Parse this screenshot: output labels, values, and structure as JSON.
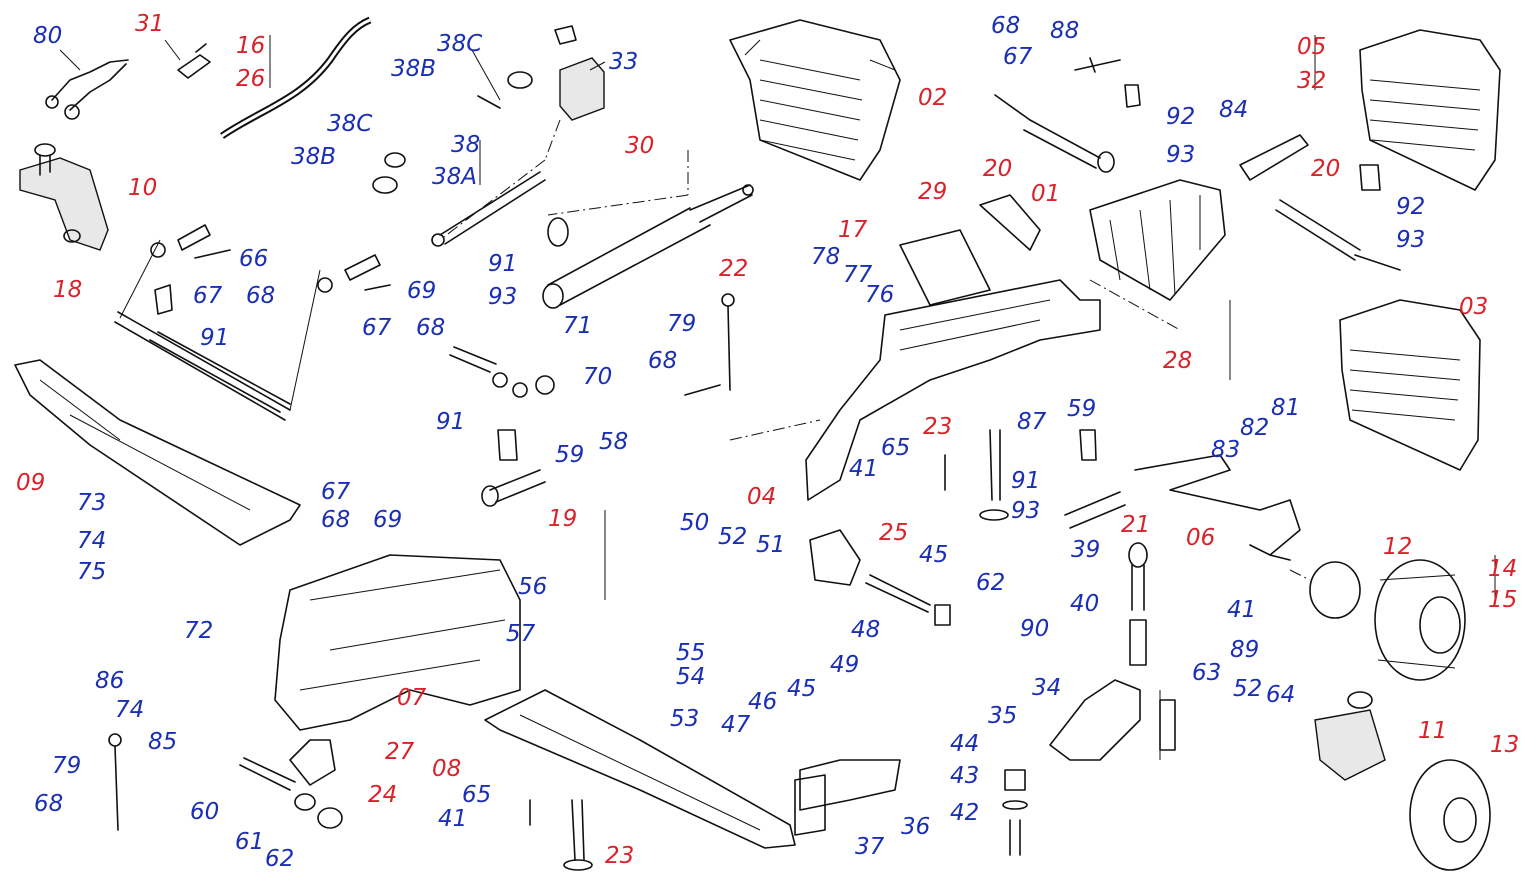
{
  "colors": {
    "assembly": "#d8232a",
    "part": "#1a2fb4",
    "line": "#111111"
  },
  "callouts": [
    {
      "id": "80",
      "kind": "part"
    },
    {
      "id": "31",
      "kind": "asm"
    },
    {
      "id": "16",
      "kind": "asm"
    },
    {
      "id": "26",
      "kind": "asm"
    },
    {
      "id": "38C",
      "kind": "part"
    },
    {
      "id": "38B",
      "kind": "part"
    },
    {
      "id": "33",
      "kind": "part"
    },
    {
      "id": "38C",
      "kind": "part"
    },
    {
      "id": "38",
      "kind": "part"
    },
    {
      "id": "38B",
      "kind": "part"
    },
    {
      "id": "38A",
      "kind": "part"
    },
    {
      "id": "30",
      "kind": "asm"
    },
    {
      "id": "10",
      "kind": "asm"
    },
    {
      "id": "66",
      "kind": "part"
    },
    {
      "id": "68",
      "kind": "part"
    },
    {
      "id": "67",
      "kind": "part"
    },
    {
      "id": "18",
      "kind": "asm"
    },
    {
      "id": "91",
      "kind": "part"
    },
    {
      "id": "69",
      "kind": "part"
    },
    {
      "id": "67",
      "kind": "part"
    },
    {
      "id": "68",
      "kind": "part"
    },
    {
      "id": "91",
      "kind": "part"
    },
    {
      "id": "93",
      "kind": "part"
    },
    {
      "id": "22",
      "kind": "asm"
    },
    {
      "id": "02",
      "kind": "asm"
    },
    {
      "id": "68",
      "kind": "part"
    },
    {
      "id": "88",
      "kind": "part"
    },
    {
      "id": "67",
      "kind": "part"
    },
    {
      "id": "92",
      "kind": "part"
    },
    {
      "id": "93",
      "kind": "part"
    },
    {
      "id": "20",
      "kind": "asm"
    },
    {
      "id": "84",
      "kind": "part"
    },
    {
      "id": "05",
      "kind": "asm"
    },
    {
      "id": "32",
      "kind": "asm"
    },
    {
      "id": "20",
      "kind": "asm"
    },
    {
      "id": "92",
      "kind": "part"
    },
    {
      "id": "93",
      "kind": "part"
    },
    {
      "id": "29",
      "kind": "asm"
    },
    {
      "id": "01",
      "kind": "asm"
    },
    {
      "id": "17",
      "kind": "asm"
    },
    {
      "id": "78",
      "kind": "part"
    },
    {
      "id": "77",
      "kind": "part"
    },
    {
      "id": "76",
      "kind": "part"
    },
    {
      "id": "79",
      "kind": "part"
    },
    {
      "id": "68",
      "kind": "part"
    },
    {
      "id": "71",
      "kind": "part"
    },
    {
      "id": "70",
      "kind": "part"
    },
    {
      "id": "03",
      "kind": "asm"
    },
    {
      "id": "28",
      "kind": "asm"
    },
    {
      "id": "81",
      "kind": "part"
    },
    {
      "id": "82",
      "kind": "part"
    },
    {
      "id": "83",
      "kind": "part"
    },
    {
      "id": "09",
      "kind": "asm"
    },
    {
      "id": "91",
      "kind": "part"
    },
    {
      "id": "67",
      "kind": "part"
    },
    {
      "id": "68",
      "kind": "part"
    },
    {
      "id": "69",
      "kind": "part"
    },
    {
      "id": "19",
      "kind": "asm"
    },
    {
      "id": "59",
      "kind": "part"
    },
    {
      "id": "58",
      "kind": "part"
    },
    {
      "id": "87",
      "kind": "part"
    },
    {
      "id": "59",
      "kind": "part"
    },
    {
      "id": "23",
      "kind": "asm"
    },
    {
      "id": "65",
      "kind": "part"
    },
    {
      "id": "41",
      "kind": "part"
    },
    {
      "id": "04",
      "kind": "asm"
    },
    {
      "id": "91",
      "kind": "part"
    },
    {
      "id": "93",
      "kind": "part"
    },
    {
      "id": "21",
      "kind": "asm"
    },
    {
      "id": "06",
      "kind": "asm"
    },
    {
      "id": "73",
      "kind": "part"
    },
    {
      "id": "74",
      "kind": "part"
    },
    {
      "id": "75",
      "kind": "part"
    },
    {
      "id": "72",
      "kind": "part"
    },
    {
      "id": "50",
      "kind": "part"
    },
    {
      "id": "52",
      "kind": "part"
    },
    {
      "id": "51",
      "kind": "part"
    },
    {
      "id": "56",
      "kind": "part"
    },
    {
      "id": "25",
      "kind": "asm"
    },
    {
      "id": "45",
      "kind": "part"
    },
    {
      "id": "62",
      "kind": "part"
    },
    {
      "id": "39",
      "kind": "part"
    },
    {
      "id": "41",
      "kind": "part"
    },
    {
      "id": "12",
      "kind": "asm"
    },
    {
      "id": "14",
      "kind": "asm"
    },
    {
      "id": "15",
      "kind": "asm"
    },
    {
      "id": "57",
      "kind": "part"
    },
    {
      "id": "55",
      "kind": "part"
    },
    {
      "id": "54",
      "kind": "part"
    },
    {
      "id": "53",
      "kind": "part"
    },
    {
      "id": "86",
      "kind": "part"
    },
    {
      "id": "74",
      "kind": "part"
    },
    {
      "id": "85",
      "kind": "part"
    },
    {
      "id": "07",
      "kind": "asm"
    },
    {
      "id": "27",
      "kind": "asm"
    },
    {
      "id": "48",
      "kind": "part"
    },
    {
      "id": "49",
      "kind": "part"
    },
    {
      "id": "45",
      "kind": "part"
    },
    {
      "id": "46",
      "kind": "part"
    },
    {
      "id": "47",
      "kind": "part"
    },
    {
      "id": "40",
      "kind": "part"
    },
    {
      "id": "90",
      "kind": "part"
    },
    {
      "id": "89",
      "kind": "part"
    },
    {
      "id": "63",
      "kind": "part"
    },
    {
      "id": "52",
      "kind": "part"
    },
    {
      "id": "64",
      "kind": "part"
    },
    {
      "id": "34",
      "kind": "part"
    },
    {
      "id": "35",
      "kind": "part"
    },
    {
      "id": "11",
      "kind": "asm"
    },
    {
      "id": "13",
      "kind": "asm"
    },
    {
      "id": "79",
      "kind": "part"
    },
    {
      "id": "68",
      "kind": "part"
    },
    {
      "id": "60",
      "kind": "part"
    },
    {
      "id": "24",
      "kind": "asm"
    },
    {
      "id": "61",
      "kind": "part"
    },
    {
      "id": "62",
      "kind": "part"
    },
    {
      "id": "08",
      "kind": "asm"
    },
    {
      "id": "65",
      "kind": "part"
    },
    {
      "id": "41",
      "kind": "part"
    },
    {
      "id": "23",
      "kind": "asm"
    },
    {
      "id": "44",
      "kind": "part"
    },
    {
      "id": "43",
      "kind": "part"
    },
    {
      "id": "42",
      "kind": "part"
    },
    {
      "id": "37",
      "kind": "part"
    },
    {
      "id": "36",
      "kind": "part"
    }
  ]
}
